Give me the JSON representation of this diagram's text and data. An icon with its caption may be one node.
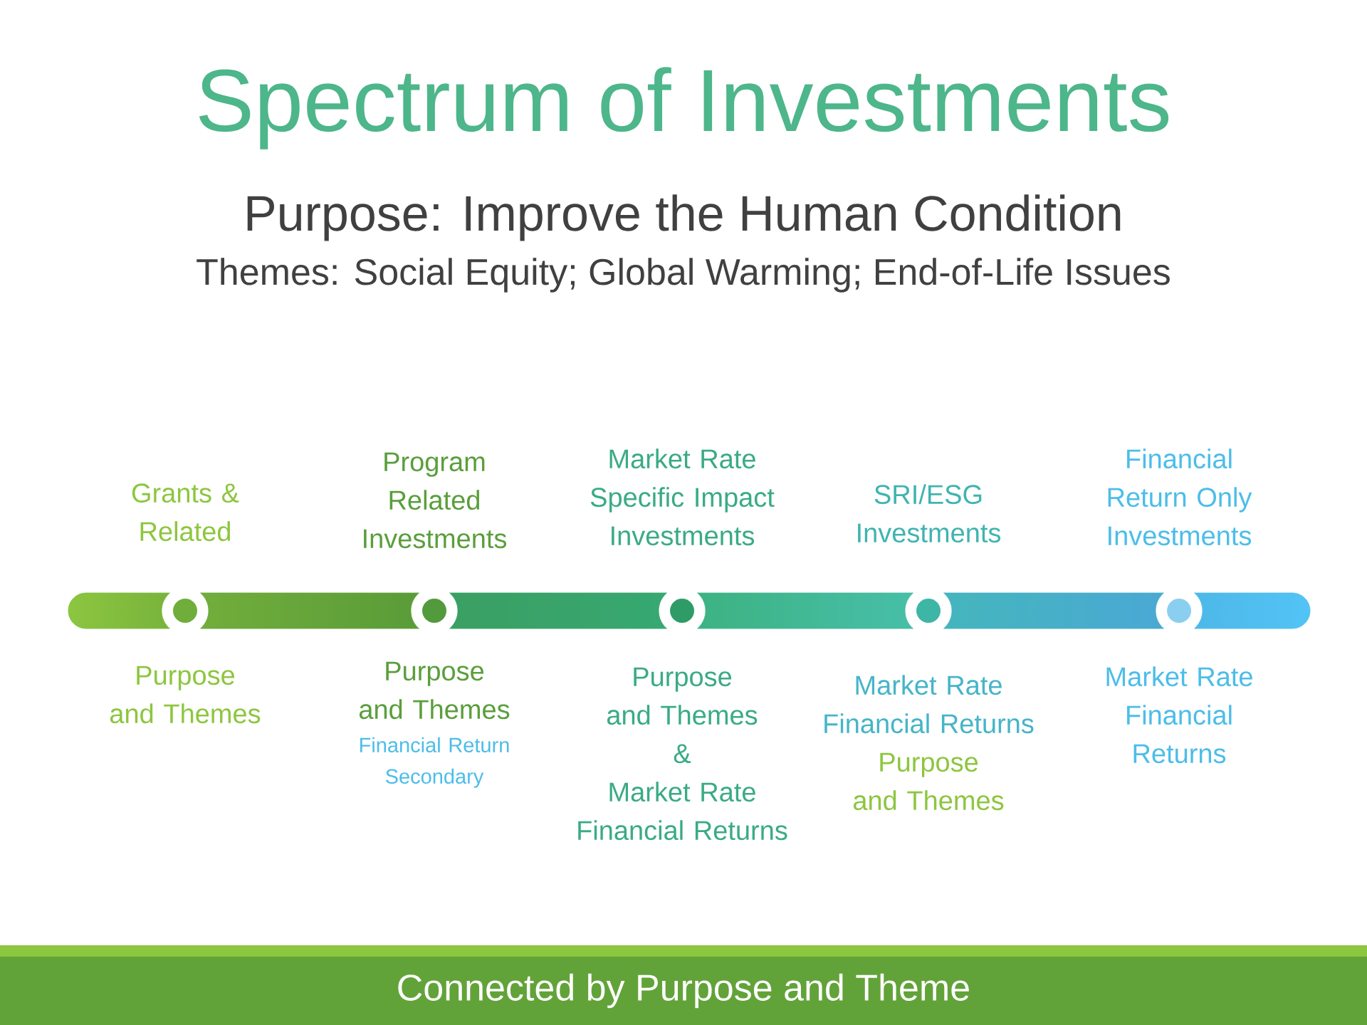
{
  "diagram": {
    "title": "Spectrum of Investments",
    "nodes": [
      {
        "text": [],
        "shape": "circle",
        "beside": [
          "Grants & Related",
          "Purpose and Themes"
        ]
      },
      {
        "text": [],
        "shape": "circle",
        "beside": [
          "Program Related Investments",
          "Purpose and Themes",
          "Financial Return Secondary"
        ]
      },
      {
        "text": [],
        "shape": "circle",
        "beside": [
          "Market Rate Specific Impact Investments",
          "Purpose and Themes",
          "&",
          "Market Rate Financial Returns"
        ]
      },
      {
        "text": [],
        "shape": "circle",
        "beside": [
          "SRI/ESG Investments",
          "Market Rate Financial Returns",
          "Purpose and Themes"
        ]
      },
      {
        "text": [],
        "shape": "circle",
        "beside": [
          "Financial Return Only Investments",
          "Market Rate Financial Returns"
        ]
      },
      {
        "text": [
          "Connected by Purpose and Theme"
        ]
      }
    ],
    "edges": [
      {
        "from": null,
        "to": 0,
        "arrow": "none"
      },
      {
        "from": 0,
        "to": 1,
        "arrow": "none"
      },
      {
        "from": 1,
        "to": 2,
        "arrow": "none"
      },
      {
        "from": 2,
        "to": 3,
        "arrow": "none"
      },
      {
        "from": 3,
        "to": 4,
        "arrow": "none"
      },
      {
        "from": 4,
        "to": null,
        "arrow": "none"
      }
    ],
    "labels": [
      "Purpose: Improve the Human Condition",
      "Themes: Social Equity; Global Warming; End-of-Life Issues"
    ]
  }
}
